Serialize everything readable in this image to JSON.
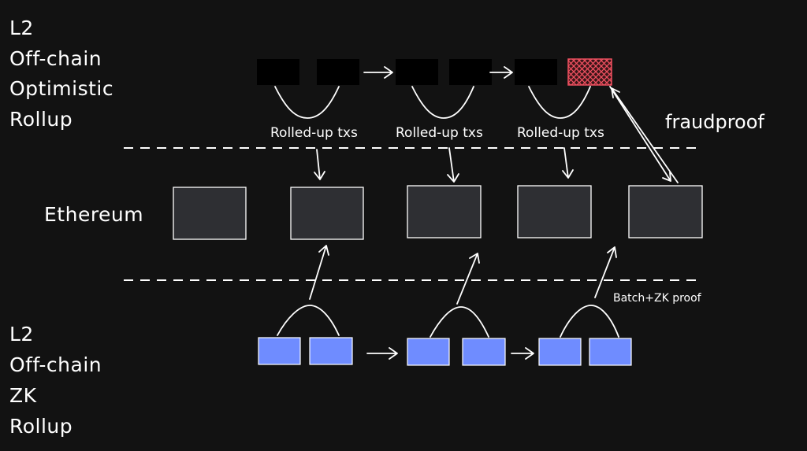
{
  "colors": {
    "background": "#121212",
    "optimistic_block": "#fa6b6b",
    "zk_block": "#6f8cff",
    "ethereum_block": "#2e2f33",
    "fraud_hatch": "#f05060"
  },
  "optimistic": {
    "label_lines": [
      "L2",
      "Off-chain",
      "Optimistic",
      "Rollup"
    ],
    "batch_labels": [
      "Rolled-up txs",
      "Rolled-up txs",
      "Rolled-up txs"
    ],
    "fraud_label": "fraudproof",
    "fraud_icon": "hatched-block"
  },
  "ethereum": {
    "label": "Ethereum",
    "block_count": 5
  },
  "zk": {
    "label_lines": [
      "L2",
      "Off-chain",
      "ZK",
      "Rollup"
    ],
    "proof_label": "Batch+ZK proof"
  }
}
